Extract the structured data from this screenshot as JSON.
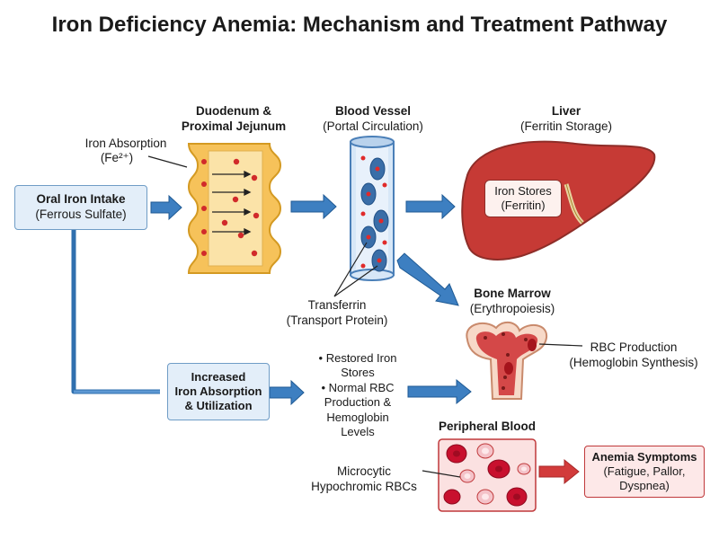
{
  "title": "Iron Deficiency Anemia: Mechanism and Treatment Pathway",
  "duodenum": {
    "heading_1": "Duodenum &",
    "heading_2": "Proximal Jejunum"
  },
  "absorption": {
    "line1": "Iron Absorption",
    "line2": "(Fe²⁺)"
  },
  "vessel": {
    "heading": "Blood Vessel",
    "sub": "(Portal Circulation)"
  },
  "liver": {
    "heading": "Liver",
    "sub": "(Ferritin Storage)",
    "box_line1": "Iron Stores",
    "box_line2": "(Ferritin)"
  },
  "intake": {
    "line1": "Oral Iron Intake",
    "line2": "(Ferrous Sulfate)"
  },
  "transferrin": {
    "line1": "Transferrin",
    "line2": "(Transport Protein)"
  },
  "marrow": {
    "heading": "Bone Marrow",
    "sub": "(Erythropoiesis)",
    "label1": "RBC Production",
    "label2": "(Hemoglobin Synthesis)"
  },
  "increased": {
    "line1": "Increased",
    "line2": "Iron Absorption",
    "line3": "& Utilization"
  },
  "outcomes": {
    "b1_line1": "• Restored Iron",
    "b1_line2": "Stores",
    "b2_line1": "• Normal RBC",
    "b2_line2": "Production &",
    "b2_line3": "Hemoglobin",
    "b2_line4": "Levels"
  },
  "peripheral": {
    "heading": "Peripheral Blood",
    "label1": "Microcytic",
    "label2": "Hypochromic RBCs"
  },
  "symptoms": {
    "heading": "Anemia Symptoms",
    "line1": "(Fatigue, Pallor,",
    "line2": "Dyspnea)"
  },
  "colors": {
    "arrow_blue": "#3d7fc1",
    "arrow_red": "#d23b3b",
    "liver": "#c63a35",
    "intestine": "#f6c25a",
    "rbc": "#c8102e"
  },
  "icons": [
    "intestine-illustration",
    "blood-vessel-illustration",
    "liver-illustration",
    "bone-marrow-illustration",
    "blood-smear-illustration"
  ]
}
